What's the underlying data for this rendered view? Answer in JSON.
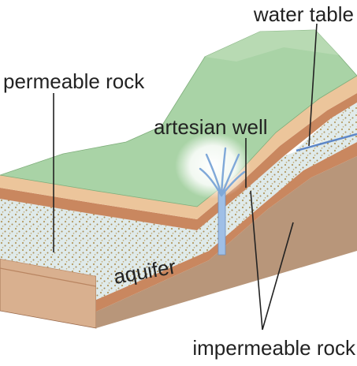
{
  "labels": {
    "water_table": "water table",
    "permeable_rock": "permeable rock",
    "artesian_well": "artesian well",
    "aquifer": "aquifer",
    "impermeable_rock": "impermeable rock"
  },
  "colors": {
    "surface_green": "#a9d3a6",
    "surface_top_edge": "#c2e0bd",
    "permeable_layer": "#e3b98a",
    "impermeable_band": "#c9875f",
    "aquifer_fill": "#dde9ea",
    "aquifer_dots": "#b39a62",
    "bedrock": "#b8967a",
    "water": "#8fb3dd"
  }
}
